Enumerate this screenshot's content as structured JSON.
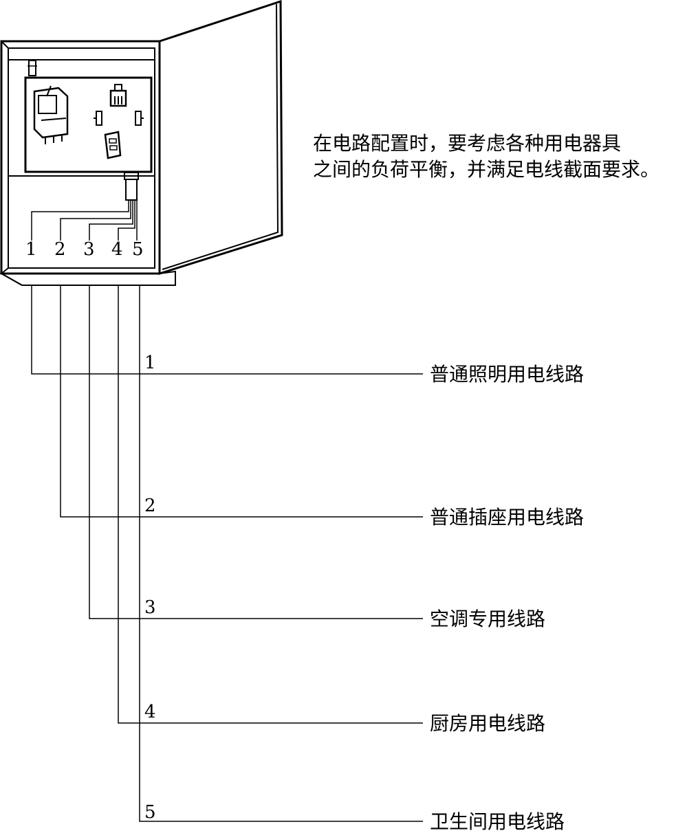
{
  "note": {
    "line1": "在电路配置时，要考虑各种用电器具",
    "line2": "之间的负荷平衡，并满足电线截面要求。"
  },
  "box_numbers": [
    "1",
    "2",
    "3",
    "4",
    "5"
  ],
  "circuits": [
    {
      "num": "1",
      "label": "普通照明用电线路"
    },
    {
      "num": "2",
      "label": "普通插座用电线路"
    },
    {
      "num": "3",
      "label": "空调专用线路"
    },
    {
      "num": "4",
      "label": "厨房用电线路"
    },
    {
      "num": "5",
      "label": "卫生间用电线路"
    }
  ]
}
